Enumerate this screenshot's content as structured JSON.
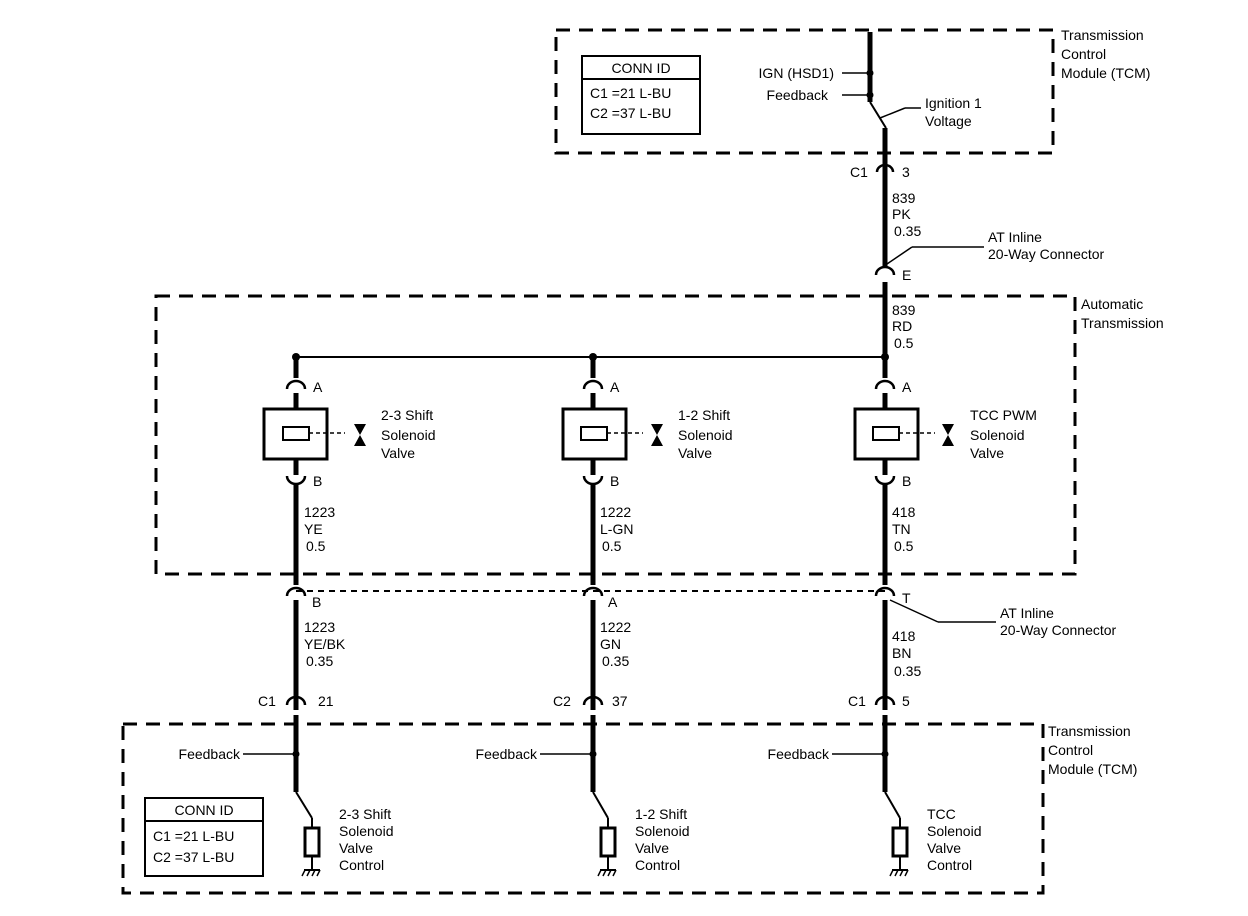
{
  "top_tcm": {
    "title": [
      "Transmission",
      "Control",
      "Module (TCM)"
    ],
    "conn_id": {
      "header": "CONN ID",
      "rows": [
        "C1 =21 L-BU",
        "C2 =37 L-BU"
      ]
    },
    "ign_label": "IGN (HSD1)",
    "feedback_label": "Feedback",
    "voltage_label": [
      "Ignition 1",
      "Voltage"
    ]
  },
  "top_pin": {
    "connector": "C1",
    "pin": "3"
  },
  "wire_top": [
    "839",
    "PK",
    "0.35"
  ],
  "inline_top": {
    "label": [
      "AT Inline",
      "20-Way Connector"
    ],
    "pin": "E"
  },
  "auto_trans": {
    "title": [
      "Automatic",
      "Transmission"
    ],
    "feed_wire": [
      "839",
      "RD",
      "0.5"
    ],
    "solenoids": [
      {
        "pin_a": "A",
        "pin_b": "B",
        "label": [
          "2-3 Shift",
          "Solenoid",
          "Valve"
        ],
        "wire": [
          "1223",
          "YE",
          "0.5"
        ]
      },
      {
        "pin_a": "A",
        "pin_b": "B",
        "label": [
          "1-2 Shift",
          "Solenoid",
          "Valve"
        ],
        "wire": [
          "1222",
          "L-GN",
          "0.5"
        ]
      },
      {
        "pin_a": "A",
        "pin_b": "B",
        "label": [
          "TCC PWM",
          "Solenoid",
          "Valve"
        ],
        "wire": [
          "418",
          "TN",
          "0.5"
        ]
      }
    ]
  },
  "inline_bottom": {
    "label": [
      "AT Inline",
      "20-Way Connector"
    ],
    "pins": [
      "B",
      "A",
      "T"
    ],
    "wires": [
      [
        "1223",
        "YE/BK",
        "0.35"
      ],
      [
        "1222",
        "GN",
        "0.35"
      ],
      [
        "418",
        "BN",
        "0.35"
      ]
    ]
  },
  "bottom_pins": [
    {
      "connector": "C1",
      "pin": "21"
    },
    {
      "connector": "C2",
      "pin": "37"
    },
    {
      "connector": "C1",
      "pin": "5"
    }
  ],
  "bottom_tcm": {
    "title": [
      "Transmission",
      "Control",
      "Module (TCM)"
    ],
    "conn_id": {
      "header": "CONN ID",
      "rows": [
        "C1 =21 L-BU",
        "C2 =37 L-BU"
      ]
    },
    "feedback_labels": [
      "Feedback",
      "Feedback",
      "Feedback"
    ],
    "controls": [
      [
        "2-3 Shift",
        "Solenoid",
        "Valve",
        "Control"
      ],
      [
        "1-2 Shift",
        "Solenoid",
        "Valve",
        "Control"
      ],
      [
        "TCC",
        "Solenoid",
        "Valve",
        "Control"
      ]
    ]
  }
}
